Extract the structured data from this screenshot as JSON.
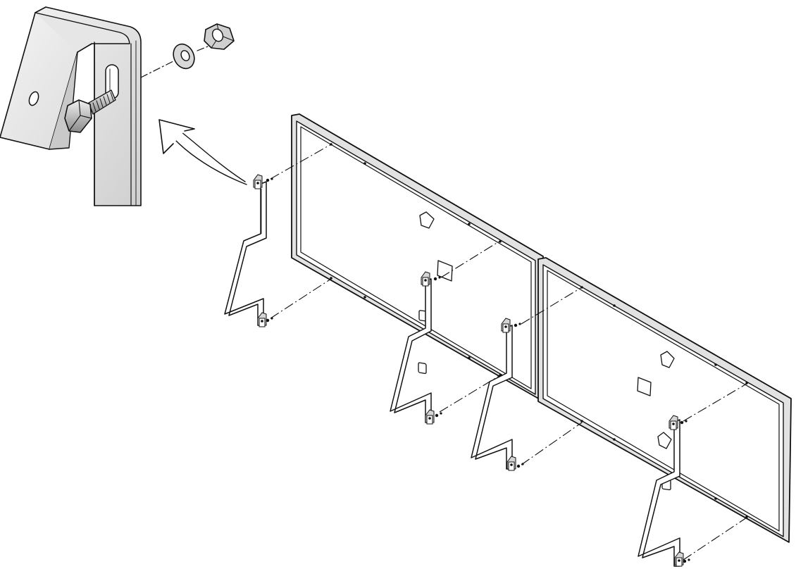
{
  "figure": {
    "kind": "exploded assembly line drawing",
    "inset": {
      "shows": [
        "bracket",
        "hex-bolt",
        "washer",
        "hex-nut"
      ],
      "callout": "detail-arrow"
    },
    "assembly": {
      "panels": 2,
      "stands": 4,
      "brackets": 8,
      "panel_features": [
        "arrow-sticker",
        "square-sticker",
        "square-label"
      ]
    },
    "colors": {
      "line": "#111111",
      "fill": "#ffffff",
      "shade_light": "#d9d9d9",
      "shade_mid": "#b8b8b8",
      "shade_dark": "#8c8c8c"
    }
  }
}
